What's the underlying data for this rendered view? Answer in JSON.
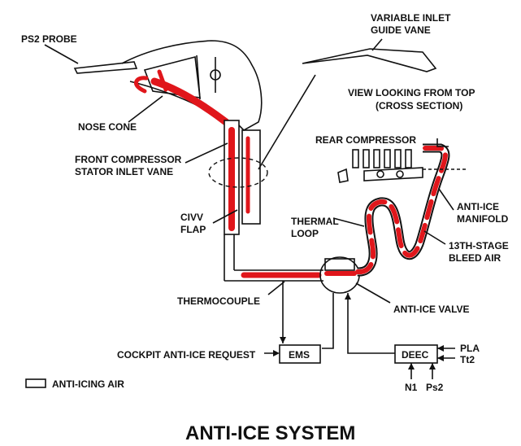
{
  "title": "ANTI-ICE SYSTEM",
  "labels": {
    "ps2_probe": "PS2 PROBE",
    "nose_cone": "NOSE CONE",
    "front_compressor_1": "FRONT COMPRESSOR",
    "front_compressor_2": "STATOR INLET VANE",
    "civv_1": "CIVV",
    "civv_2": "FLAP",
    "thermocouple": "THERMOCOUPLE",
    "cockpit_request": "COCKPIT ANTI-ICE REQUEST",
    "ems": "EMS",
    "deec": "DEEC",
    "pla": "PLA",
    "tt2": "Tt2",
    "n1": "N1",
    "ps2": "Ps2",
    "anti_ice_valve": "ANTI-ICE VALVE",
    "thermal_loop_1": "THERMAL",
    "thermal_loop_2": "LOOP",
    "rear_compressor": "REAR COMPRESSOR",
    "manifold_1": "ANTI-ICE",
    "manifold_2": "MANIFOLD",
    "bleed_1": "13TH-STAGE",
    "bleed_2": "BLEED AIR",
    "vigv_1": "VARIABLE INLET",
    "vigv_2": "GUIDE VANE",
    "view_1": "VIEW LOOKING FROM TOP",
    "view_2": "(CROSS SECTION)"
  },
  "legend": {
    "label": "ANTI-ICING AIR"
  },
  "colors": {
    "hot_air": "#e0161b",
    "line": "#111111"
  }
}
